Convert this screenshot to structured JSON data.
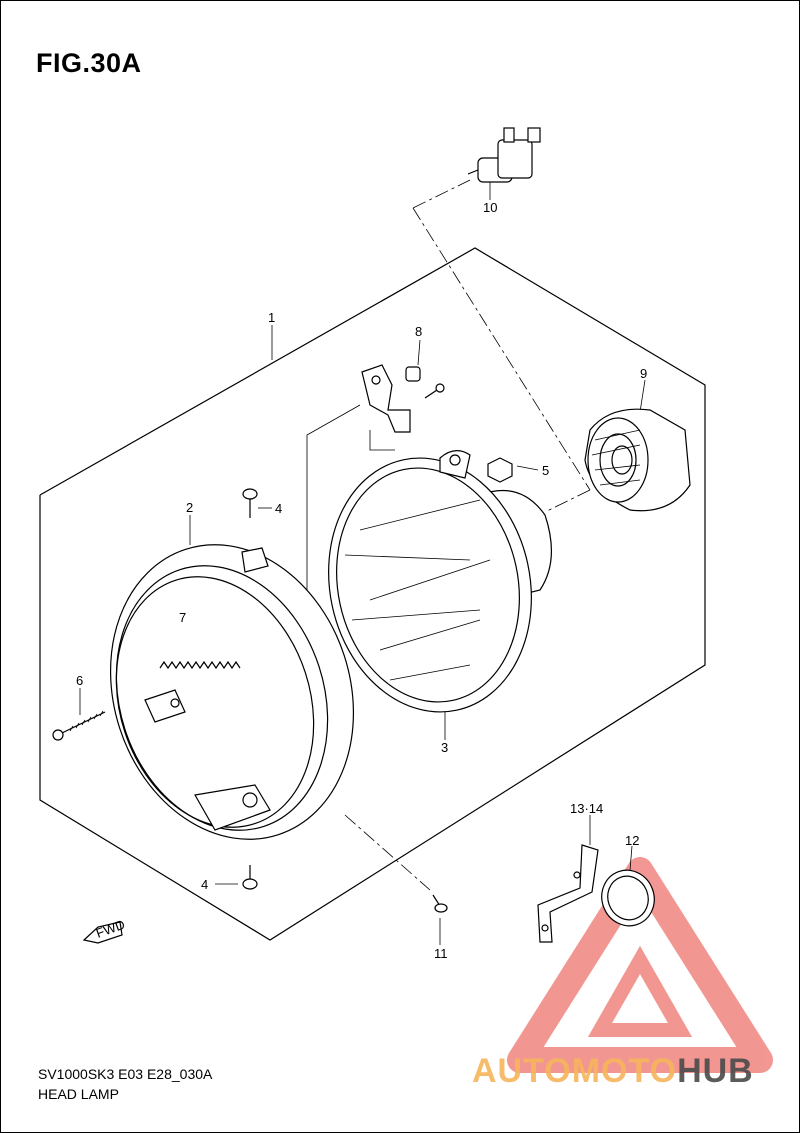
{
  "figure": {
    "title": "FIG.30A",
    "code": "SV1000SK3 E03 E28_030A",
    "name": "HEAD LAMP"
  },
  "callouts": [
    {
      "id": "1",
      "label": "1"
    },
    {
      "id": "2",
      "label": "2"
    },
    {
      "id": "3",
      "label": "3"
    },
    {
      "id": "4a",
      "label": "4"
    },
    {
      "id": "4b",
      "label": "4"
    },
    {
      "id": "5",
      "label": "5"
    },
    {
      "id": "6",
      "label": "6"
    },
    {
      "id": "7",
      "label": "7"
    },
    {
      "id": "8",
      "label": "8"
    },
    {
      "id": "9",
      "label": "9"
    },
    {
      "id": "10",
      "label": "10"
    },
    {
      "id": "11",
      "label": "11"
    },
    {
      "id": "12",
      "label": "12"
    },
    {
      "id": "13",
      "label": "13·14"
    }
  ],
  "fwd_arrow": "FWD",
  "watermark": {
    "part1": "AUTOMOTO",
    "part2": "HUB",
    "color_primary": "#e8413a",
    "color_secondary": "#4a4a4a",
    "color_accent": "#f7b55c"
  }
}
